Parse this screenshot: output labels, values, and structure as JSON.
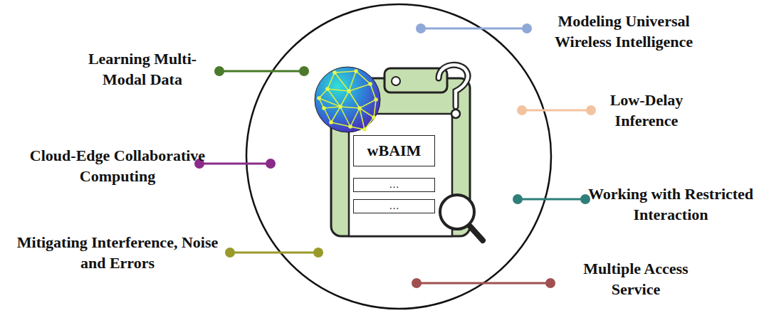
{
  "diagram": {
    "nodes": [
      {
        "text": [
          "wBAIM"
        ]
      },
      {
        "text": [
          "…"
        ]
      },
      {
        "text": [
          "…"
        ]
      }
    ],
    "labels": [
      "Modeling Universal Wireless Intelligence",
      "Learning Multi-Modal Data",
      "Low-Delay Inference",
      "Cloud-Edge Collaborative Computing",
      "Working with Restricted Interaction",
      "Mitigating Interference, Noise and Errors",
      "Multiple Access Service"
    ]
  }
}
